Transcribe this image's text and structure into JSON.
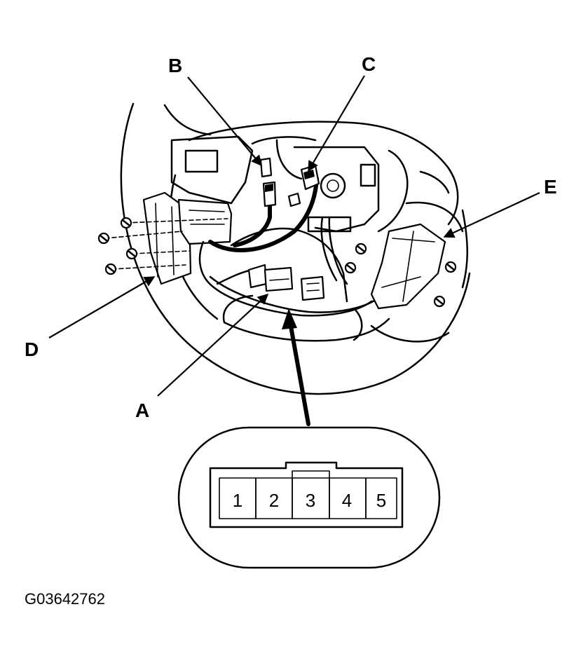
{
  "callouts": {
    "a": "A",
    "b": "B",
    "c": "C",
    "d": "D",
    "e": "E"
  },
  "connector_pins": [
    "1",
    "2",
    "3",
    "4",
    "5"
  ],
  "figure_code": "G03642762"
}
